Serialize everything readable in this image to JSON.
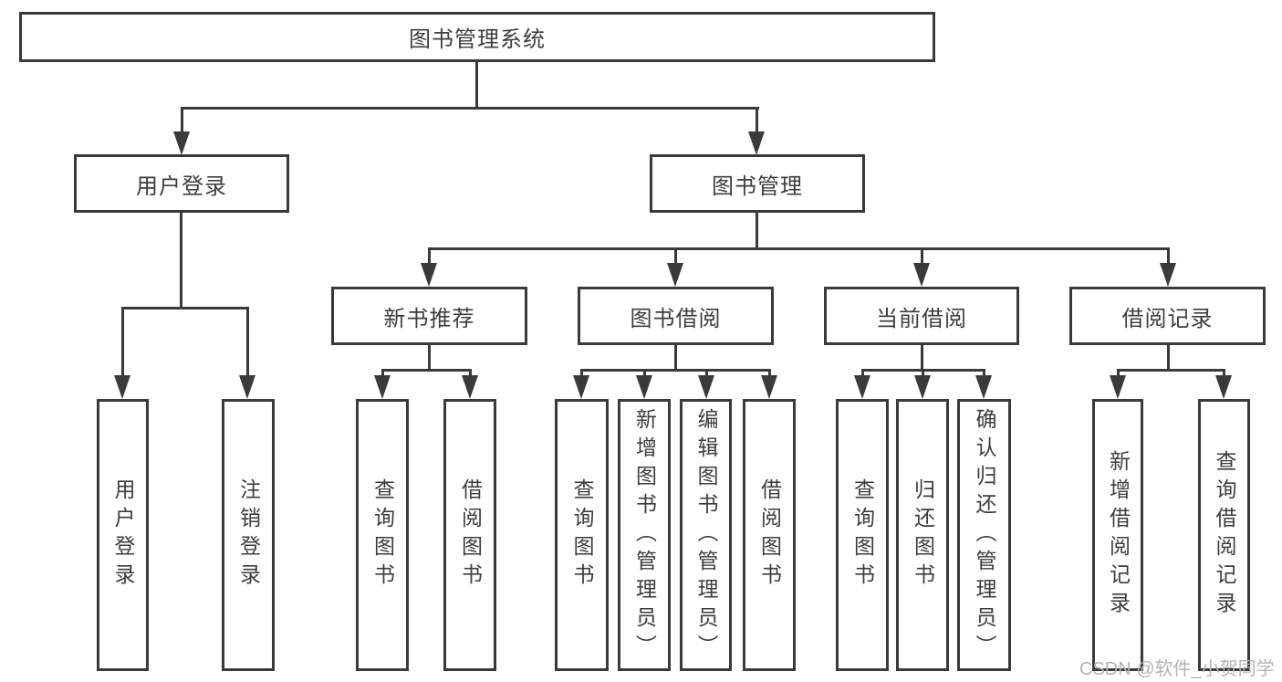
{
  "diagram": {
    "root": {
      "label": "图书管理系统"
    },
    "branches": [
      {
        "label": "用户登录",
        "children": [
          {
            "label": "用户登录"
          },
          {
            "label": "注销登录"
          }
        ]
      },
      {
        "label": "图书管理",
        "children": [
          {
            "label": "新书推荐",
            "children": [
              {
                "label": "查询图书"
              },
              {
                "label": "借阅图书"
              }
            ]
          },
          {
            "label": "图书借阅",
            "children": [
              {
                "label": "查询图书"
              },
              {
                "label": "新增图书（管理员）"
              },
              {
                "label": "编辑图书（管理员）"
              },
              {
                "label": "借阅图书"
              }
            ]
          },
          {
            "label": "当前借阅",
            "children": [
              {
                "label": "查询图书"
              },
              {
                "label": "归还图书"
              },
              {
                "label": "确认归还（管理员）"
              }
            ]
          },
          {
            "label": "借阅记录",
            "children": [
              {
                "label": "新增借阅记录"
              },
              {
                "label": "查询借阅记录"
              }
            ]
          }
        ]
      }
    ]
  },
  "watermark": {
    "text": "CSDN @软件_小贺同学"
  },
  "colors": {
    "line": "#3a3a3a",
    "text": "#3d3d3d",
    "watermark": "#b3b3b3",
    "background": "#ffffff"
  }
}
